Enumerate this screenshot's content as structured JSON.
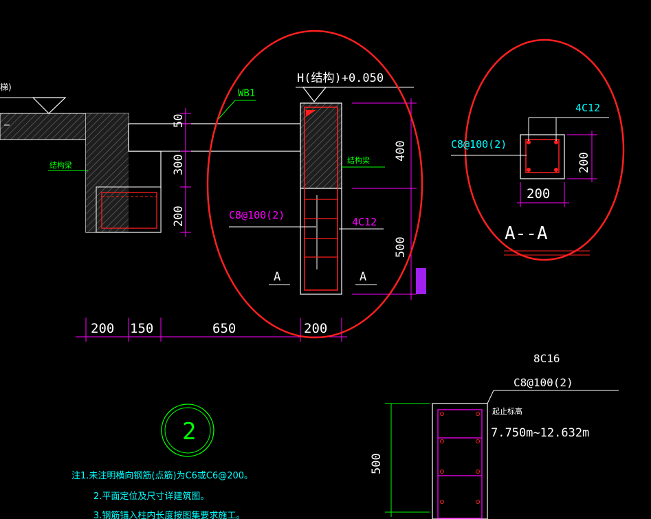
{
  "texts": {
    "corner_label": "梯)",
    "elev": "H(结构)+0.050",
    "wb1": "WB1",
    "struct_beam_left": "结构梁",
    "struct_beam_mid": "结构梁",
    "dim_50": "50",
    "dim_300": "300",
    "dim_200v": "200",
    "dim_400": "400",
    "dim_500": "500",
    "c8_main": "C8@100(2)",
    "bars_main": "4C12",
    "sec_a_left": "A",
    "sec_a_right": "A",
    "bot_200a": "200",
    "bot_150": "150",
    "bot_650": "650",
    "bot_200b": "200",
    "sec_bars": "4C12",
    "sec_stirrup": "C8@100(2)",
    "sec_200v": "200",
    "sec_200h": "200",
    "sec_title": "A--A",
    "col_bars": "8C16",
    "col_stirrup": "C8@100(2)",
    "col_elev_label": "起止标高",
    "col_elev": "7.750m~12.632m",
    "col_500": "500",
    "detail_no": "2",
    "note1": "注1.未注明横向钢筋(点筋)为C6或C6@200。",
    "note2": "2.平面定位及尺寸详建筑图。",
    "note3": "3.钢筋锚入柱内长度按图集要求施工。"
  },
  "colors": {
    "bg": "#000000",
    "white": "#ffffff",
    "magenta": "#ff00ff",
    "green": "#00ff00",
    "cyan": "#00ffff",
    "red": "#ff2020",
    "purple": "#a020f0",
    "hatch": "#808080"
  }
}
